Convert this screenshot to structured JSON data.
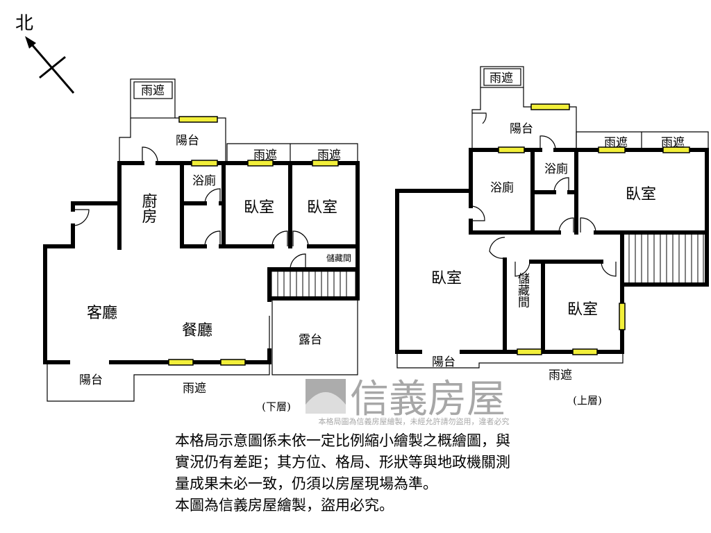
{
  "compass": {
    "north_label": "北"
  },
  "lower_floor": {
    "caption": "(下層)",
    "rooms": {
      "canopy_top": "雨遮",
      "balcony_top": "陽台",
      "kitchen": "廚房",
      "bathroom": "浴廁",
      "bedroom_1": "臥室",
      "bedroom_2": "臥室",
      "canopy_bed_1": "雨遮",
      "canopy_bed_2": "雨遮",
      "storage": "儲藏間",
      "living_room": "客廳",
      "dining_room": "餐廳",
      "terrace": "露台",
      "balcony_bottom": "陽台",
      "canopy_bottom": "雨遮"
    }
  },
  "upper_floor": {
    "caption": "(上層)",
    "rooms": {
      "canopy_top": "雨遮",
      "balcony_top": "陽台",
      "bathroom_1": "浴廁",
      "bathroom_2": "浴廁",
      "canopy_bed_1": "雨遮",
      "canopy_bed_2": "雨遮",
      "bedroom_main": "臥室",
      "bedroom_left": "臥室",
      "storage": "儲藏間",
      "bedroom_small": "臥室",
      "balcony_bottom": "陽台",
      "canopy_bottom": "雨遮"
    }
  },
  "watermark": {
    "brand": "信義房屋",
    "notice": "本格局圖為信義房屋繪製，未經允許請勿盜用，違者必究"
  },
  "disclaimer": {
    "lines": [
      "本格局示意圖係未依一定比例縮小繪製之概繪圖，與",
      "實況仍有差距；其方位、格局、形狀等與地政機關測",
      "量成果未必一致，仍須以房屋現場為準。",
      "本圖為信義房屋繪製，盜用必究。"
    ]
  },
  "colors": {
    "window": "#f2ef3a",
    "wall": "#000000",
    "watermark": "#8a8a8a"
  }
}
